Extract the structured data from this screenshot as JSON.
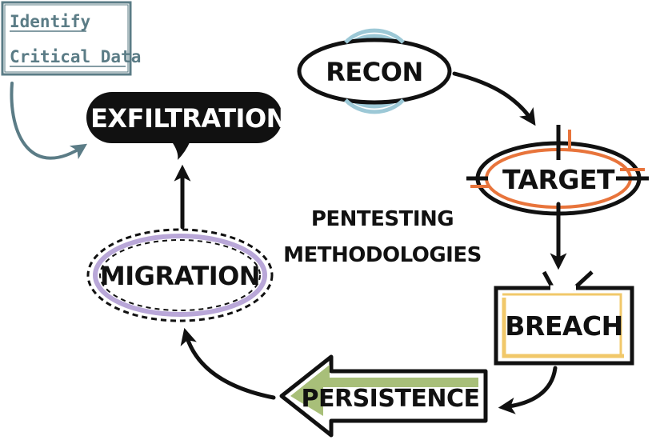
{
  "note": {
    "lines": [
      "Identify",
      "Critical Data"
    ],
    "color": "#5b7c86"
  },
  "center_title": {
    "lines": [
      "PENTESTING",
      "METHODOLOGIES"
    ]
  },
  "nodes": {
    "recon": {
      "label": "RECON",
      "accent": "#9cc8d6"
    },
    "target": {
      "label": "TARGET",
      "accent": "#e8743b"
    },
    "breach": {
      "label": "BREACH",
      "accent": "#f1c86a"
    },
    "persistence": {
      "label": "PERSISTENCE",
      "accent": "#9fb86a"
    },
    "migration": {
      "label": "MIGRATION",
      "accent": "#b9a7d8"
    },
    "exfiltration": {
      "label": "EXFILTRATION",
      "accent": "#111111"
    }
  }
}
